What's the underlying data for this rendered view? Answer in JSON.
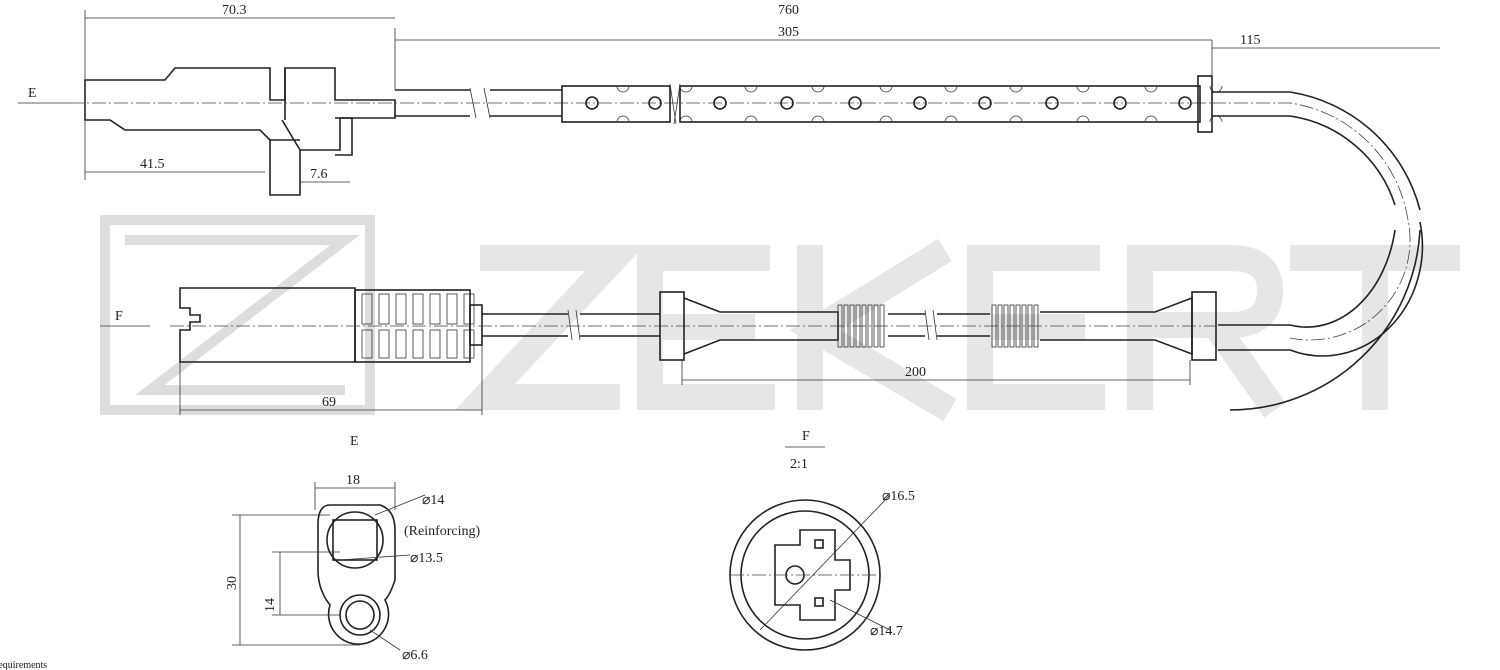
{
  "watermark": {
    "logo_text": "ZEKERT"
  },
  "dimensions": {
    "d70_3": "70.3",
    "d760": "760",
    "d305": "305",
    "d115": "115",
    "d41_5": "41.5",
    "d7_6": "7.6",
    "d69": "69",
    "d200": "200",
    "d18": "18",
    "d30": "30",
    "d14": "14",
    "dia14": "⌀14",
    "reinforcing": "(Reinforcing)",
    "dia13_5": "⌀13.5",
    "dia6_6": "⌀6.6",
    "dia16_5": "⌀16.5",
    "dia14_7": "⌀14.7"
  },
  "views": {
    "e_arrow": "E",
    "f_arrow": "F",
    "e_title": "E",
    "f_title": "F",
    "f_scale": "2:1"
  },
  "footer": {
    "note": "requirements"
  }
}
